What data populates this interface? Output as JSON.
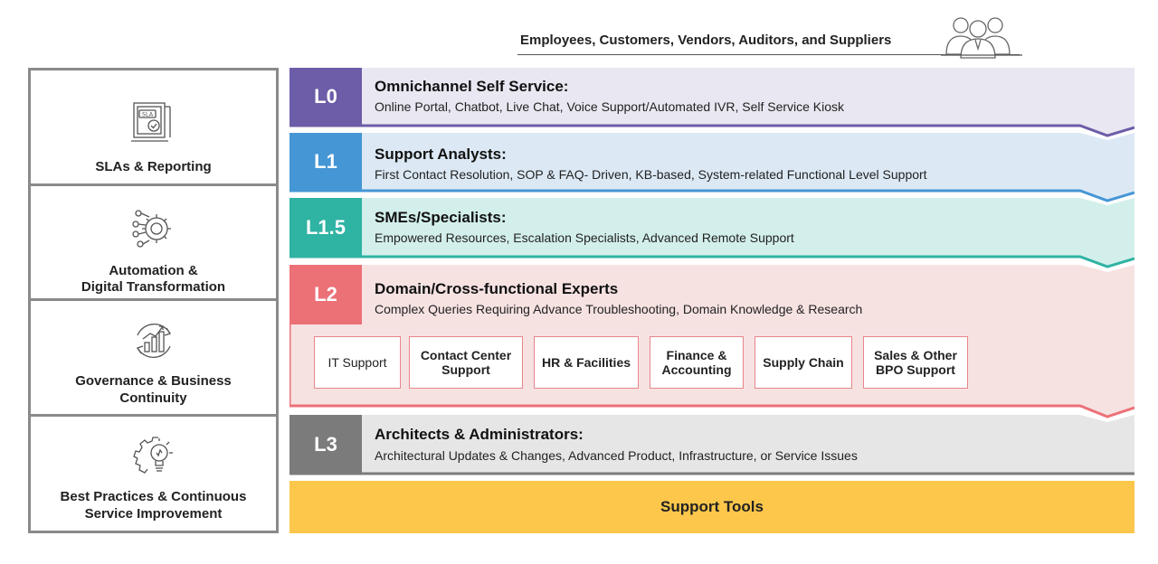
{
  "audience": {
    "text": "Employees, Customers, Vendors, Auditors, and Suppliers",
    "icon": "people-group-icon"
  },
  "left_column": [
    {
      "label": "SLAs & Reporting",
      "icon": "sla-report-icon",
      "icon_text": "SLA"
    },
    {
      "label_line1": "Automation &",
      "label_line2": "Digital Transformation",
      "icon": "automation-gear-icon"
    },
    {
      "label_line1": "Governance & Business",
      "label_line2": "Continuity",
      "icon": "growth-cycle-icon"
    },
    {
      "label_line1": "Best Practices & Continuous",
      "label_line2": "Service Improvement",
      "icon": "idea-gear-icon"
    }
  ],
  "levels": [
    {
      "badge": "L0",
      "title": "Omnichannel Self Service:",
      "description": "Online Portal, Chatbot, Live Chat, Voice Support/Automated IVR, Self Service Kiosk",
      "badge_color": "#6d5ca8",
      "band_color": "#e9e7f1"
    },
    {
      "badge": "L1",
      "title": "Support Analysts:",
      "description": "First Contact Resolution, SOP & FAQ- Driven, KB-based, System-related Functional Level Support",
      "badge_color": "#4596d5",
      "band_color": "#dce9f5"
    },
    {
      "badge": "L1.5",
      "title": "SMEs/Specialists:",
      "description": "Empowered Resources, Escalation Specialists, Advanced Remote Support",
      "badge_color": "#2fb3a3",
      "band_color": "#d3efeb"
    },
    {
      "badge": "L2",
      "title": "Domain/Cross-functional Experts",
      "description": "Complex Queries Requiring Advance Troubleshooting, Domain Knowledge & Research",
      "badge_color": "#ec7177",
      "band_color": "#f7e2e2",
      "domains": [
        "IT Support",
        "Contact Center Support",
        "HR & Facilities",
        "Finance & Accounting",
        "Supply Chain",
        "Sales & Other BPO Support"
      ],
      "domain_lines": [
        [
          "IT Support"
        ],
        [
          "Contact Center",
          "Support"
        ],
        [
          "HR & Facilities"
        ],
        [
          "Finance &",
          "Accounting"
        ],
        [
          "Supply Chain"
        ],
        [
          "Sales & Other",
          "BPO Support"
        ]
      ]
    },
    {
      "badge": "L3",
      "title": "Architects & Administrators:",
      "description": "Architectural Updates & Changes, Advanced Product, Infrastructure, or Service Issues",
      "badge_color": "#7b7b7b",
      "band_color": "#e6e6e6"
    }
  ],
  "footer": {
    "label": "Support Tools",
    "color": "#fcc74b"
  }
}
